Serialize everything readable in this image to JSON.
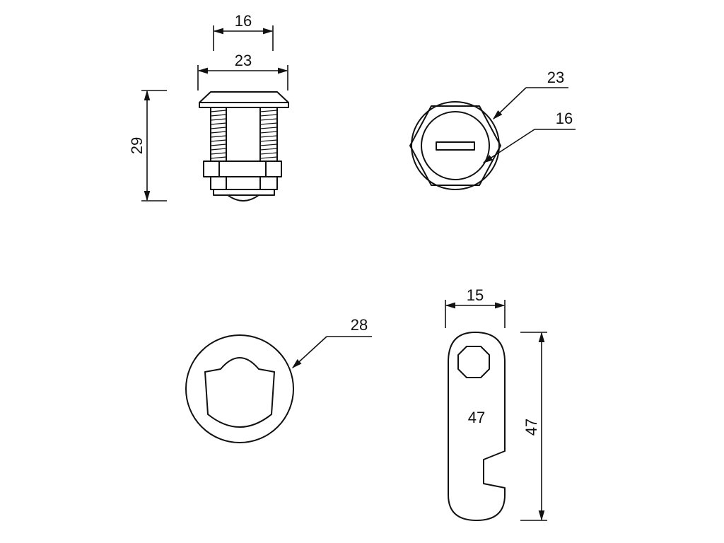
{
  "side_view": {
    "width_top": "16",
    "width_flange": "23",
    "height": "29"
  },
  "front_view": {
    "outer_diameter": "23",
    "inner_diameter": "16"
  },
  "washer_view": {
    "diameter": "28"
  },
  "cam_view": {
    "width": "15",
    "length_label_inside": "47",
    "length_dimension": "47"
  }
}
